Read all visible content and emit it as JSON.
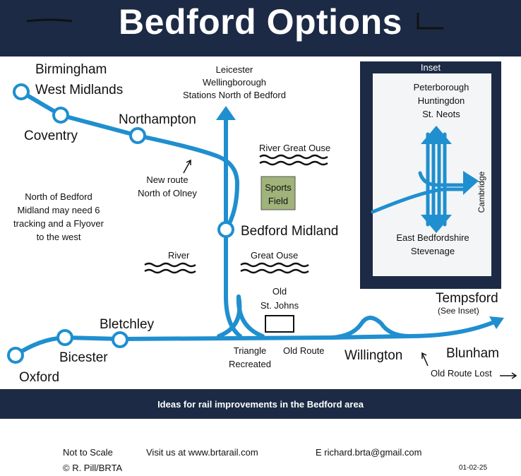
{
  "header": {
    "title": "Bedford Options"
  },
  "inset": {
    "title": "Inset",
    "north_lines": [
      "Peterborough",
      "Huntingdon",
      "St. Neots"
    ],
    "south_lines": [
      "East Bedfordshire",
      "Stevenage"
    ],
    "east_label": "Cambridge"
  },
  "map": {
    "places": {
      "birmingham": "Birmingham",
      "west_midlands": "West Midlands",
      "coventry": "Coventry",
      "northampton": "Northampton",
      "leicester": "Leicester",
      "wellingborough": "Wellingborough",
      "stations_north": "Stations North of Bedford",
      "bedford_midland": "Bedford Midland",
      "bletchley": "Bletchley",
      "bicester": "Bicester",
      "oxford": "Oxford",
      "willington": "Willington",
      "blunham": "Blunham",
      "tempsford": "Tempsford",
      "see_inset": "(See Inset)"
    },
    "notes": {
      "new_route": [
        "New route",
        "North of Olney"
      ],
      "north_of_bedford": [
        "North of Bedford",
        "Midland may need 6",
        "tracking and a Flyover",
        "to the west"
      ],
      "river_great_ouse": "River Great Ouse",
      "river": "River",
      "great_ouse": "Great Ouse",
      "sports_field": [
        "Sports",
        "Field"
      ],
      "old_st_johns": [
        "Old",
        "St. Johns"
      ],
      "triangle_recreated": [
        "Triangle",
        "Recreated"
      ],
      "old_route": "Old Route",
      "old_route_lost": "Old Route Lost"
    },
    "colors": {
      "line": "#1f8fcf",
      "line_dark": "#1673a8",
      "navy": "#1c2a45",
      "sports_field": "#9fb37a"
    }
  },
  "caption": "Ideas for rail improvements in the Bedford area",
  "footer": {
    "not_to_scale": "Not to Scale",
    "copyright": "© R. Pill/BRTA",
    "visit": "Visit us at www.brtarail.com",
    "email": "E richard.brta@gmail.com",
    "date": "01-02-25"
  }
}
